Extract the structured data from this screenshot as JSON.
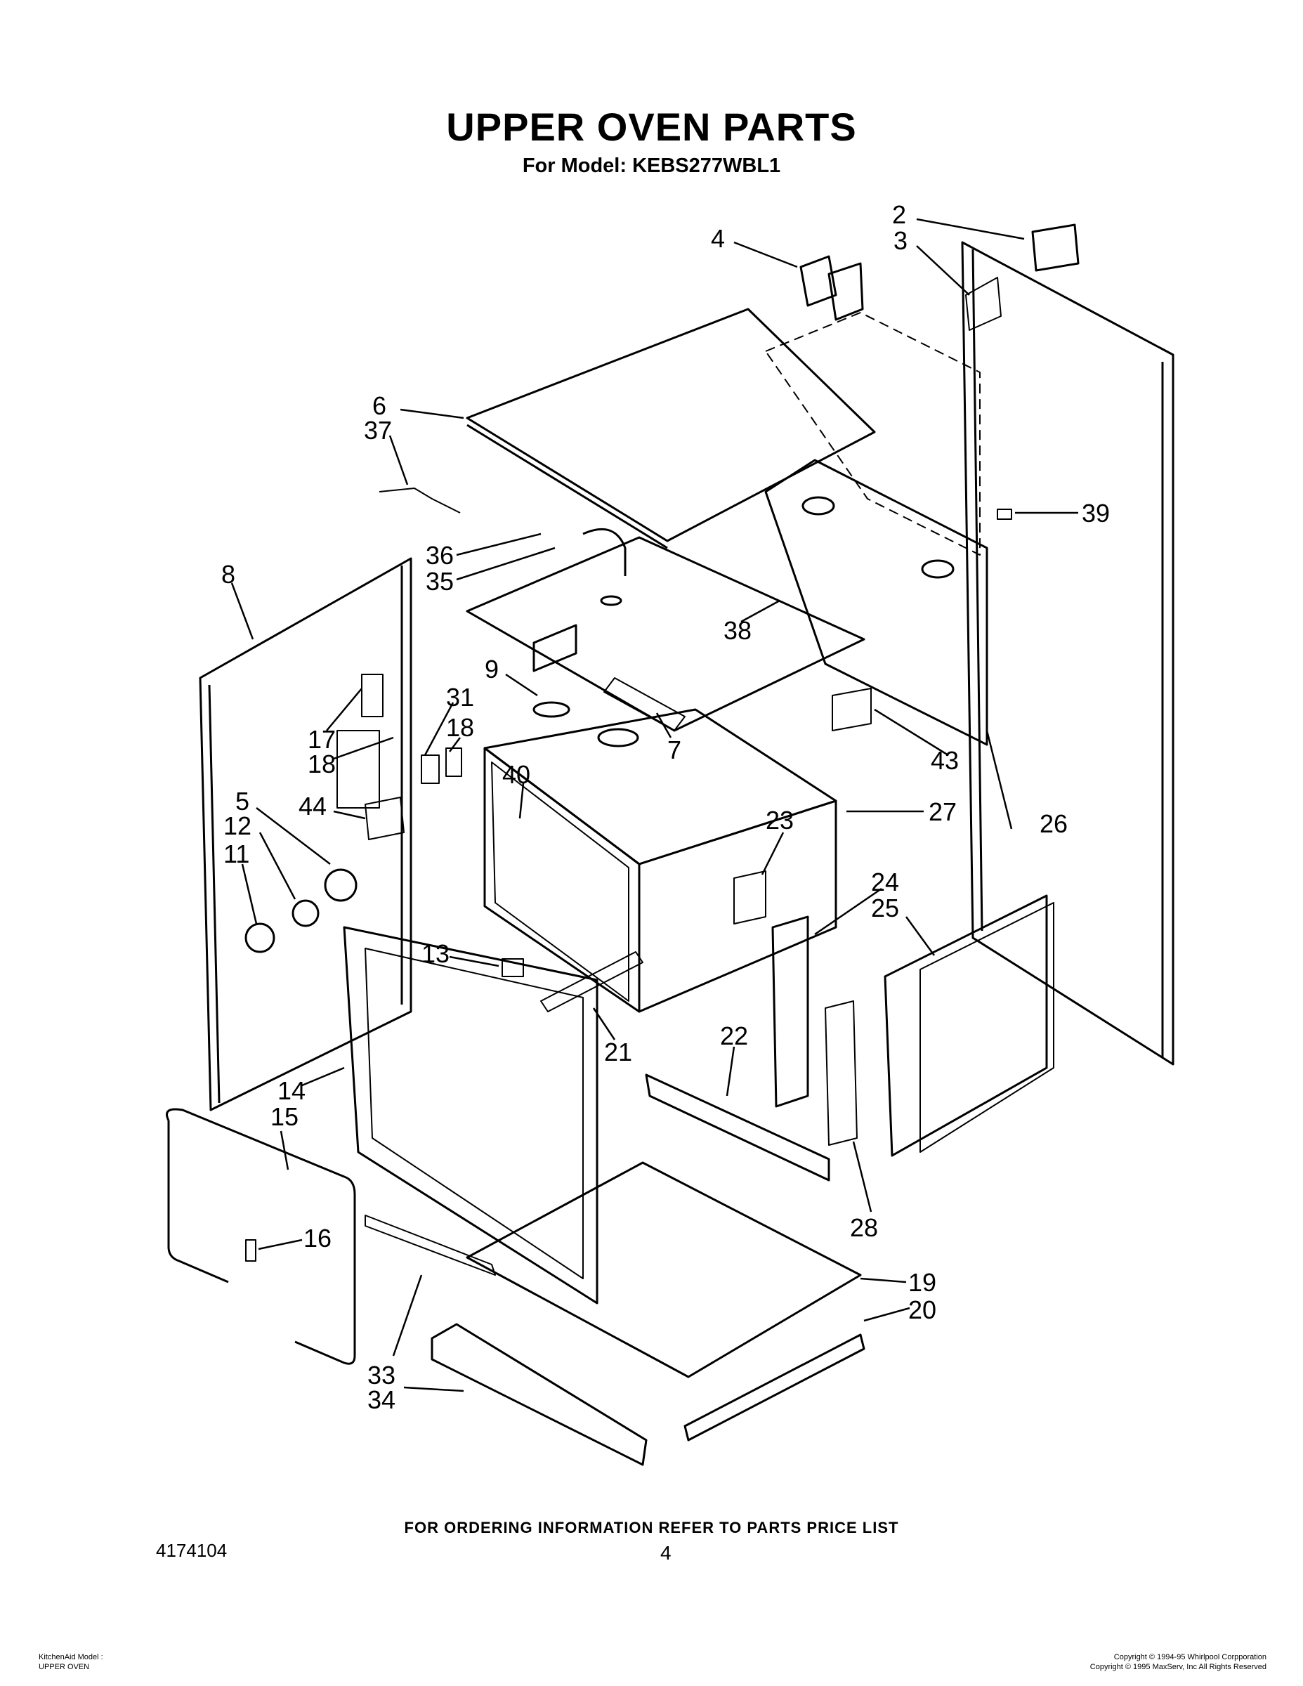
{
  "header": {
    "title": "UPPER OVEN PARTS",
    "subtitle": "For Model: KEBS277WBL1"
  },
  "callouts": [
    {
      "id": "c2",
      "label": "2"
    },
    {
      "id": "c3",
      "label": "3"
    },
    {
      "id": "c4",
      "label": "4"
    },
    {
      "id": "c6",
      "label": "6"
    },
    {
      "id": "c37",
      "label": "37"
    },
    {
      "id": "c39",
      "label": "39"
    },
    {
      "id": "c36",
      "label": "36"
    },
    {
      "id": "c35",
      "label": "35"
    },
    {
      "id": "c8",
      "label": "8"
    },
    {
      "id": "c38",
      "label": "38"
    },
    {
      "id": "c9",
      "label": "9"
    },
    {
      "id": "c31",
      "label": "31"
    },
    {
      "id": "c18a",
      "label": "18"
    },
    {
      "id": "c17",
      "label": "17"
    },
    {
      "id": "c18b",
      "label": "18"
    },
    {
      "id": "c43",
      "label": "43"
    },
    {
      "id": "c26",
      "label": "26"
    },
    {
      "id": "c7",
      "label": "7"
    },
    {
      "id": "c27",
      "label": "27"
    },
    {
      "id": "c40",
      "label": "40"
    },
    {
      "id": "c44",
      "label": "44"
    },
    {
      "id": "c5",
      "label": "5"
    },
    {
      "id": "c12",
      "label": "12"
    },
    {
      "id": "c11",
      "label": "11"
    },
    {
      "id": "c23",
      "label": "23"
    },
    {
      "id": "c24",
      "label": "24"
    },
    {
      "id": "c25",
      "label": "25"
    },
    {
      "id": "c13",
      "label": "13"
    },
    {
      "id": "c21",
      "label": "21"
    },
    {
      "id": "c22",
      "label": "22"
    },
    {
      "id": "c14",
      "label": "14"
    },
    {
      "id": "c15",
      "label": "15"
    },
    {
      "id": "c28",
      "label": "28"
    },
    {
      "id": "c16",
      "label": "16"
    },
    {
      "id": "c19",
      "label": "19"
    },
    {
      "id": "c20",
      "label": "20"
    },
    {
      "id": "c33",
      "label": "33"
    },
    {
      "id": "c34",
      "label": "34"
    }
  ],
  "footer": {
    "ordering_note": "FOR ORDERING INFORMATION REFER TO PARTS PRICE LIST",
    "doc_number": "4174104",
    "page_number": "4",
    "left_line1": "KitchenAid Model :",
    "left_line2": "UPPER OVEN",
    "right_line1": "Copyright © 1994-95 Whirlpool Corpporation",
    "right_line2": "Copyright © 1995 MaxServ, Inc   All Rights Reserved"
  }
}
